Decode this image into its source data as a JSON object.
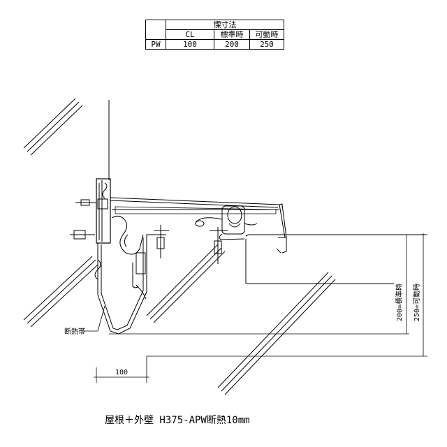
{
  "table": {
    "title": "慄寸法",
    "headers": [
      "CL",
      "標準時",
      "可動時"
    ],
    "row_label": "PW",
    "values": [
      "100",
      "200",
      "250"
    ]
  },
  "labels": {
    "insulation": "断熱帯",
    "dim_bottom": "100",
    "dim_standard": "200=標準時",
    "dim_movable": "250=可動時"
  },
  "caption": "屋根＋外壁 H375-APW断熱10mm"
}
